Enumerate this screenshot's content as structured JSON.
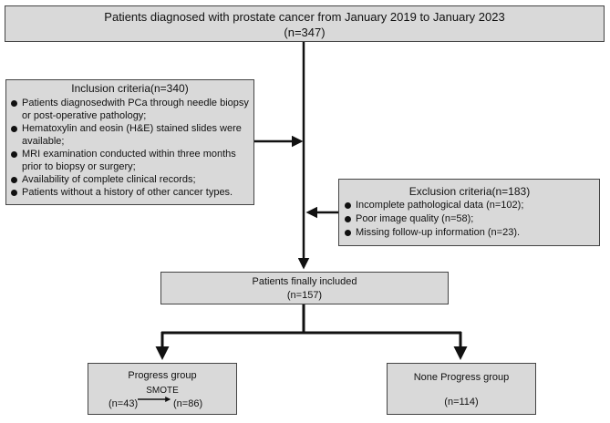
{
  "top": {
    "title": "Patients diagnosed with prostate cancer from January 2019 to January 2023",
    "count": "(n=347)"
  },
  "inclusion": {
    "title": "Inclusion criteria(n=340)",
    "items": [
      "Patients diagnosedwith PCa through needle biopsy or post-operative pathology;",
      "Hematoxylin and eosin (H&E) stained slides were available;",
      "MRI examination conducted within three months prior to biopsy or surgery;",
      "Availability of complete clinical records;",
      "Patients without a history of other cancer types."
    ]
  },
  "exclusion": {
    "title": "Exclusion criteria(n=183)",
    "items": [
      "Incomplete pathological data (n=102);",
      "Poor image quality  (n=58);",
      "Missing follow-up information (n=23)."
    ]
  },
  "final": {
    "title": "Patients finally included",
    "count": "(n=157)"
  },
  "progress": {
    "title": "Progress group",
    "method": "SMOTE",
    "count_before": "(n=43)",
    "count_after": "(n=86)"
  },
  "none_progress": {
    "title": "None Progress group",
    "count": "(n=114)"
  }
}
